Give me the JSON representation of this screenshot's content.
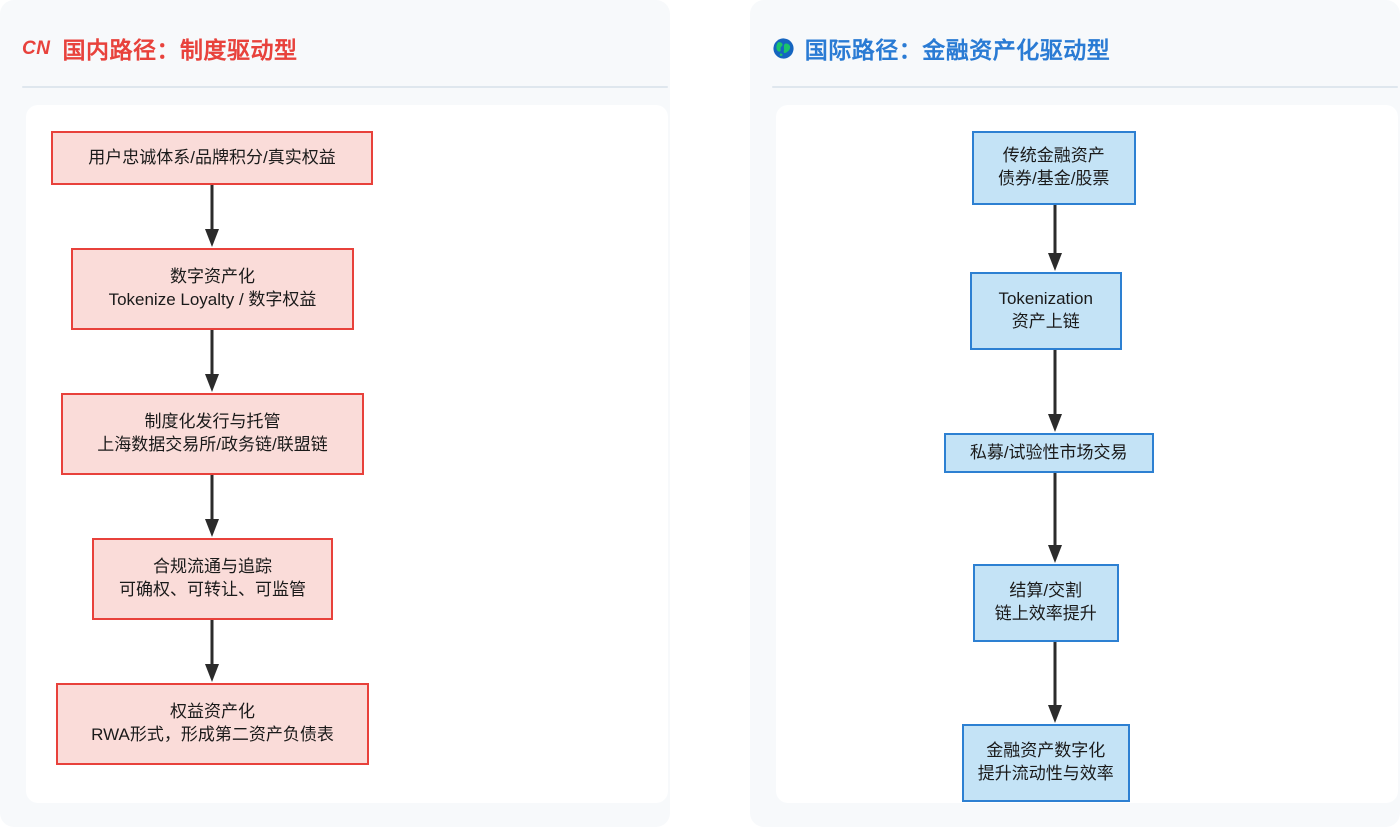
{
  "panels": [
    {
      "id": "domestic",
      "badge_icon": "cn-flag-icon",
      "badge_text": "CN",
      "title": "国内路径：制度驱动型",
      "accent": "#e8413b",
      "fill": "#fadcd9",
      "nodes": [
        {
          "line1": "用户忠诚体系/品牌积分/真实权益",
          "line2": ""
        },
        {
          "line1": "数字资产化",
          "line2": "Tokenize Loyalty / 数字权益"
        },
        {
          "line1": "制度化发行与托管",
          "line2": "上海数据交易所/政务链/联盟链"
        },
        {
          "line1": "合规流通与追踪",
          "line2": "可确权、可转让、可监管"
        },
        {
          "line1": "权益资产化",
          "line2": "RWA形式，形成第二资产负债表"
        }
      ]
    },
    {
      "id": "international",
      "badge_icon": "globe-icon",
      "badge_text": "",
      "title": "国际路径：金融资产化驱动型",
      "accent": "#2d80d2",
      "fill": "#c4e3f6",
      "nodes": [
        {
          "line1": "传统金融资产",
          "line2": "债券/基金/股票"
        },
        {
          "line1": "Tokenization",
          "line2": "资产上链"
        },
        {
          "line1": "私募/试验性市场交易",
          "line2": ""
        },
        {
          "line1": "结算/交割",
          "line2": "链上效率提升"
        },
        {
          "line1": "金融资产数字化",
          "line2": "提升流动性与效率"
        }
      ]
    }
  ],
  "chart_data": {
    "type": "diagram",
    "title": "RWA 双路径对比流程图",
    "diagram_kind": "two parallel vertical flowcharts",
    "flows": [
      {
        "name": "国内路径：制度驱动型",
        "color": "#e8413b",
        "steps": [
          "用户忠诚体系/品牌积分/真实权益",
          "数字资产化 — Tokenize Loyalty / 数字权益",
          "制度化发行与托管 — 上海数据交易所/政务链/联盟链",
          "合规流通与追踪 — 可确权、可转让、可监管",
          "权益资产化 — RWA形式，形成第二资产负债表"
        ],
        "edges": [
          "1→2",
          "2→3",
          "3→4",
          "4→5"
        ]
      },
      {
        "name": "国际路径：金融资产化驱动型",
        "color": "#2d80d2",
        "steps": [
          "传统金融资产 — 债券/基金/股票",
          "Tokenization — 资产上链",
          "私募/试验性市场交易",
          "结算/交割 — 链上效率提升",
          "金融资产数字化 — 提升流动性与效率"
        ],
        "edges": [
          "1→2",
          "2→3",
          "3→4",
          "4→5"
        ]
      }
    ]
  }
}
